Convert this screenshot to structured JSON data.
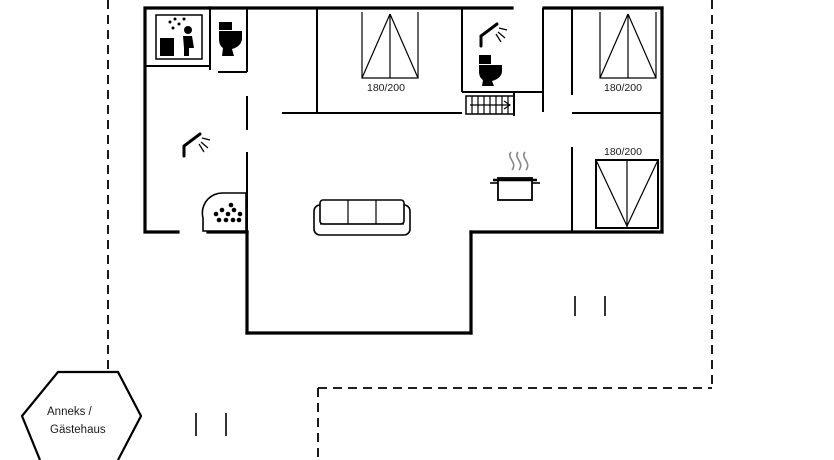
{
  "plan": {
    "bed_labels": [
      "180/200",
      "180/200",
      "180/200"
    ],
    "annex_label_line1": "Anneks /",
    "annex_label_line2": "Gästehaus"
  }
}
